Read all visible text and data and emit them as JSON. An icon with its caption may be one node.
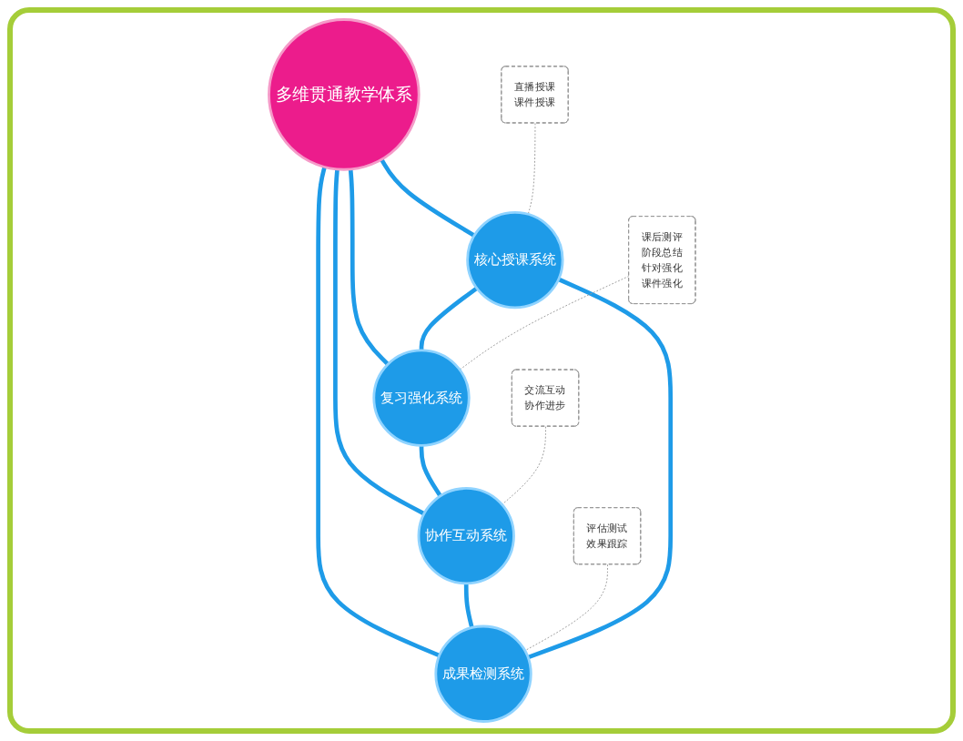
{
  "diagram": {
    "nodes": [
      {
        "text": [
          "核心授课系统"
        ]
      },
      {
        "text": [
          "直播授课",
          "课件授课"
        ]
      },
      {
        "text": [
          "评估测试",
          "效果跟踪"
        ]
      },
      {
        "text": [
          "课后测评",
          "阶段总结",
          "针对强化",
          "课件强化"
        ]
      },
      {
        "text": [
          "成果检测系统"
        ]
      },
      {
        "text": [
          "多维贯通教学体系"
        ]
      },
      {
        "text": [
          "复习强化系统"
        ]
      },
      {
        "text": [
          "协作互动系统"
        ]
      },
      {
        "text": [
          "交流互动",
          "协作进步"
        ]
      }
    ],
    "edges": [
      {
        "from": 5,
        "to": 0,
        "arrow": "none"
      },
      {
        "from": 5,
        "to": 6,
        "arrow": "none"
      },
      {
        "from": 5,
        "to": 7,
        "arrow": "none"
      },
      {
        "from": 5,
        "to": 4,
        "arrow": "none"
      },
      {
        "from": 0,
        "to": 6,
        "arrow": "none"
      },
      {
        "from": 6,
        "to": 7,
        "arrow": "none"
      },
      {
        "from": 7,
        "to": 4,
        "arrow": "none"
      },
      {
        "from": 4,
        "to": 0,
        "arrow": "none"
      },
      {
        "from": 1,
        "to": 0,
        "arrow": "none",
        "style": "dashed",
        "color": "#999999"
      },
      {
        "from": 3,
        "to": 6,
        "arrow": "none",
        "style": "dashed",
        "color": "#999999"
      },
      {
        "from": 2,
        "to": 4,
        "arrow": "none",
        "style": "dashed",
        "color": "#999999"
      },
      {
        "from": 8,
        "to": 7,
        "arrow": "none",
        "style": "dashed",
        "color": "#999999"
      }
    ]
  }
}
